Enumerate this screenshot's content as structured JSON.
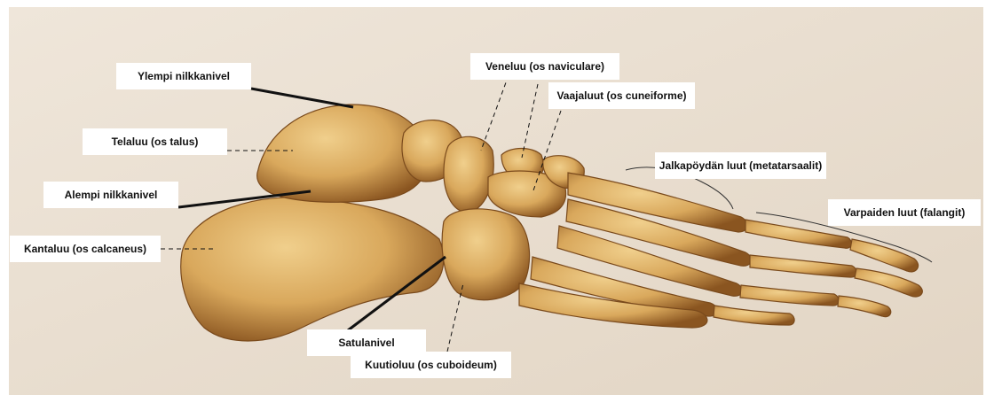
{
  "figure": {
    "background_color": "#f3ece2",
    "bone_color": "#d9a85c",
    "bone_shadow_color": "#8a5520",
    "line_color": "#111111"
  },
  "labels": {
    "ylempi_nilkkanivel": "Ylempi nilkkanivel",
    "telaluu": "Telaluu (os talus)",
    "alempi_nilkkanivel": "Alempi nilkkanivel",
    "kantaluu": "Kantaluu (os calcaneus)",
    "veneluu": "Veneluu (os naviculare)",
    "vaajaluut": "Vaajaluut (os cuneiforme)",
    "jalkapoydan_luut": "Jalkapöydän luut (metatarsaalit)",
    "varpaiden_luut": "Varpaiden luut (falangit)",
    "satulanivel": "Satulanivel",
    "kuutioluu": "Kuutioluu (os cuboideum)"
  }
}
